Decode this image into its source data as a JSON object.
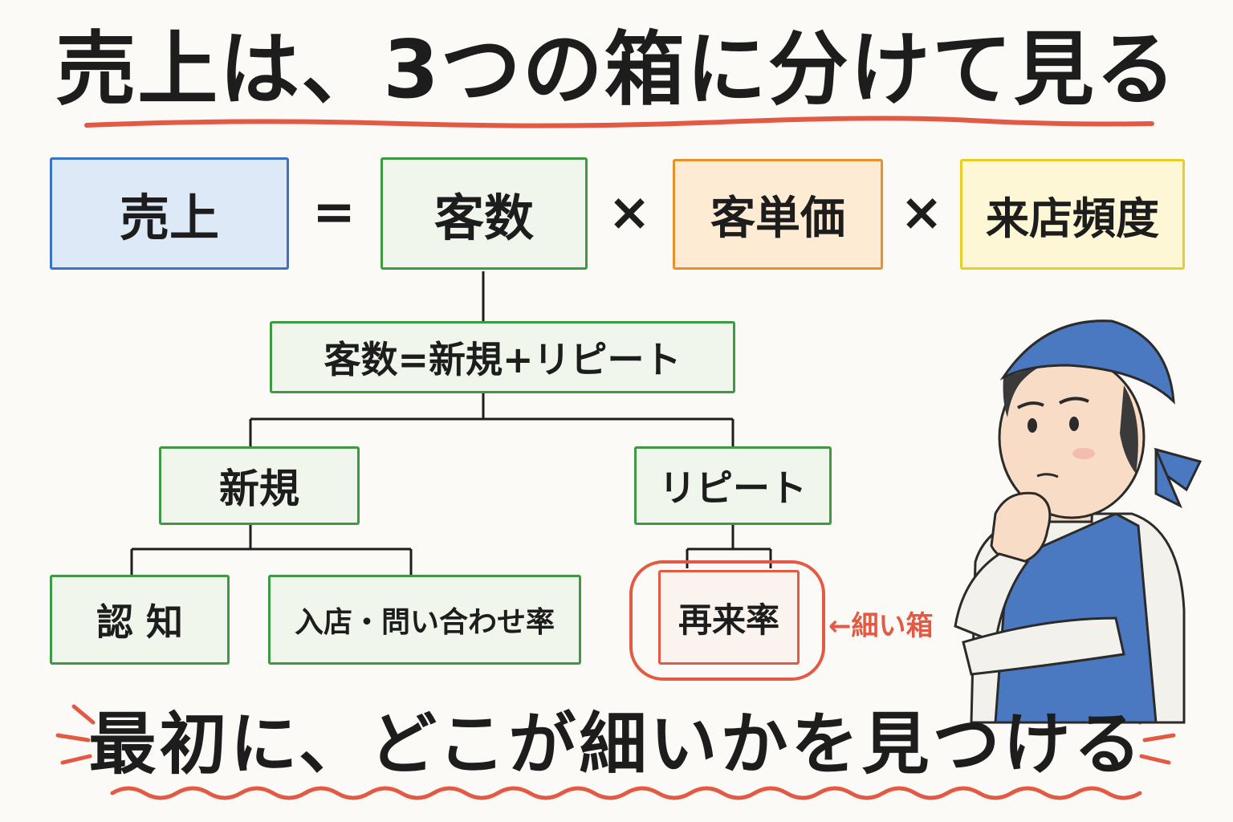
{
  "title": "売上は、3つの箱に分けて見る",
  "formula": {
    "sales": "売上",
    "equals": "=",
    "customers": "客数",
    "times1": "×",
    "unit_price": "客単価",
    "times2": "×",
    "frequency": "来店頻度"
  },
  "tree": {
    "customers_split": "客数=新規+リピート",
    "new": "新規",
    "repeat": "リピート",
    "awareness": "認 知",
    "visit_inquiry_rate": "入店・問い合わせ率",
    "return_rate": "再来率"
  },
  "note": "←細い箱",
  "bottom_message": "最初に、どこが細いかを見つける",
  "colors": {
    "blue": "#3a72c4",
    "green": "#3e9a42",
    "orange": "#e8912a",
    "yellow": "#e9cc25",
    "red": "#e25a43"
  }
}
